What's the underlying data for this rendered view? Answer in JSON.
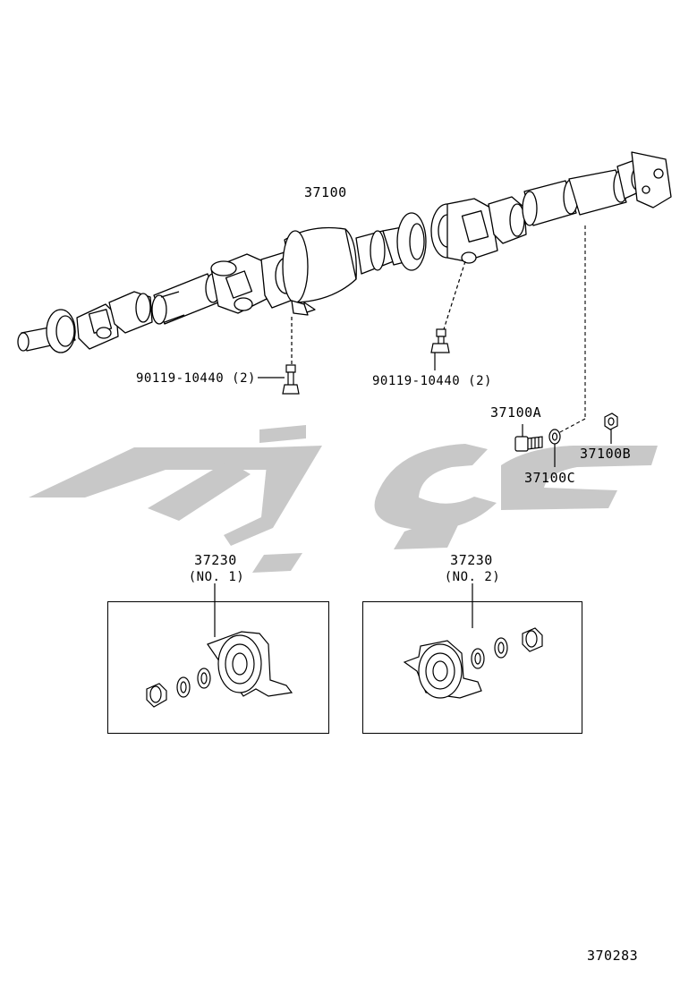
{
  "labels": {
    "propeller_shaft": "37100",
    "bolt_left": "90119-10440 (2)",
    "bolt_right": "90119-10440 (2)",
    "bolt_a": "37100A",
    "nut_b": "37100B",
    "washer_c": "37100C",
    "bearing_no1_part": "37230",
    "bearing_no1_sub": "(NO. 1)",
    "bearing_no2_part": "37230",
    "bearing_no2_sub": "(NO. 2)",
    "diagram_id": "370283"
  },
  "colors": {
    "line": "#000000",
    "watermark": "#c8c8c8",
    "background": "#ffffff"
  }
}
